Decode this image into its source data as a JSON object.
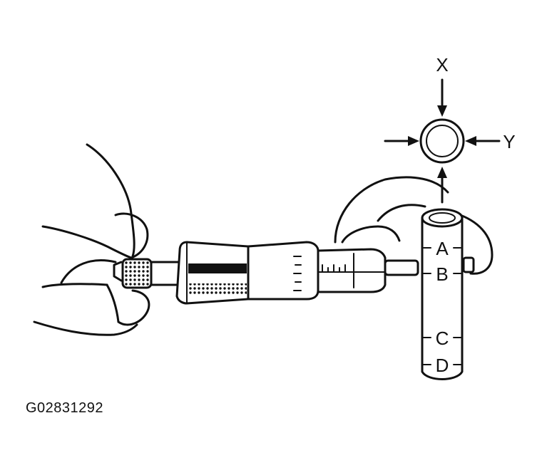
{
  "figure_code": "G02831292",
  "direction_labels": {
    "x": "X",
    "y": "Y"
  },
  "position_labels": [
    "A",
    "B",
    "C",
    "D"
  ]
}
